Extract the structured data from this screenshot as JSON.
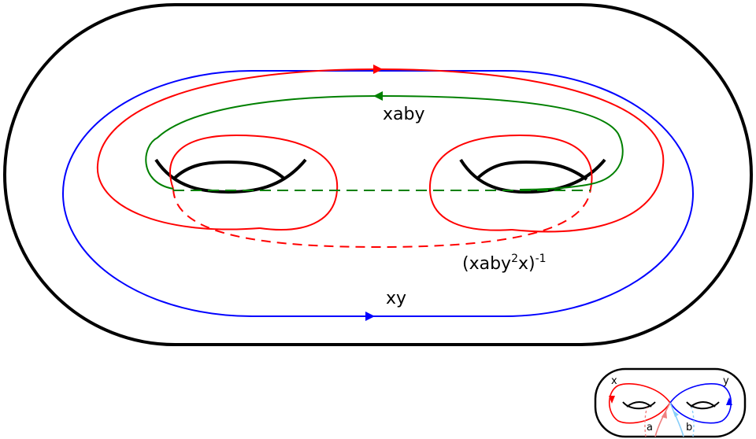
{
  "colors": {
    "surface": "#000000",
    "blue_loop": "#0000ff",
    "red_loop": "#ff0000",
    "green_loop": "#008000",
    "light_red": "#f08080",
    "light_blue": "#87cefa"
  },
  "main_diagram": {
    "labels": {
      "green_loop": "xaby",
      "red_loop_base": "(xaby",
      "red_loop_exp1": "2",
      "red_loop_mid": "x)",
      "red_loop_exp2": "-1",
      "blue_loop": "xy"
    }
  },
  "inset_diagram": {
    "labels": {
      "x": "x",
      "y": "y",
      "a": "a",
      "b": "b"
    }
  }
}
